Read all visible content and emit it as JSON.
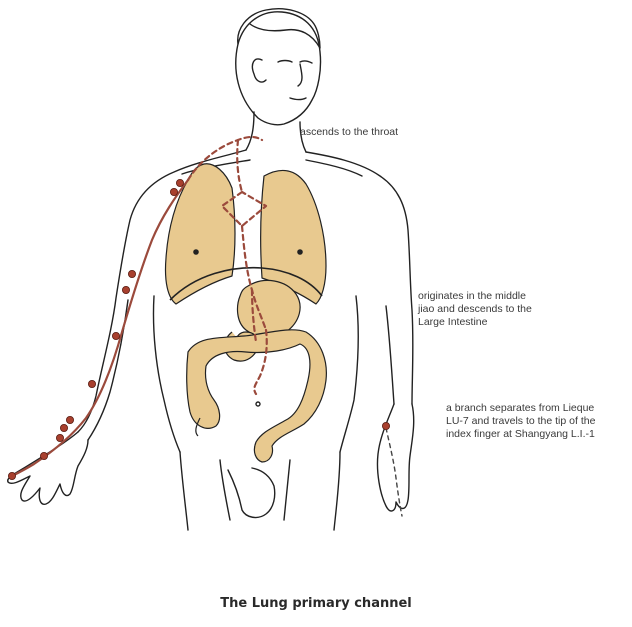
{
  "annotations": {
    "throat": "ascends to the throat",
    "middle_jiao": "originates in the middle\njiao and descends to the\nLarge Intestine",
    "branch": "a branch separates from Lieque\nLU-7 and travels to the tip of the\nindex finger at Shangyang L.I.-1"
  },
  "caption": "The Lung primary channel",
  "colors": {
    "outline": "#222222",
    "organ_fill": "#e8c98f",
    "channel": "#9b4a3c",
    "point": "#a8402e"
  }
}
